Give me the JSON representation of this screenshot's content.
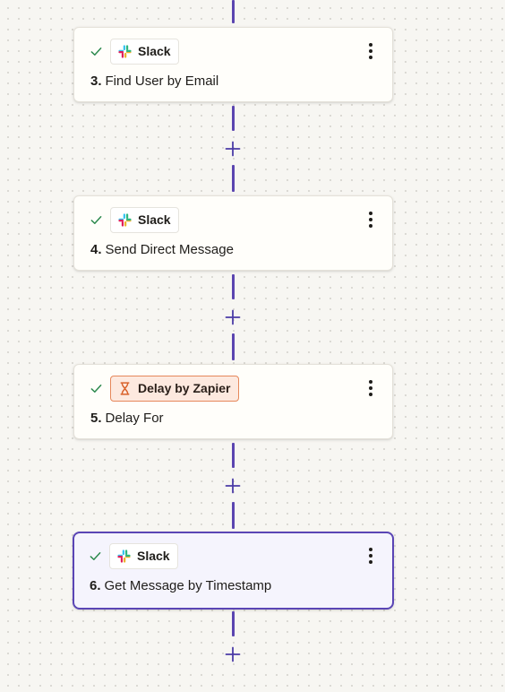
{
  "colors": {
    "connector": "#5b45b0",
    "check": "#2d8a4e",
    "selected_border": "#5a45b5",
    "delay_badge_bg": "#fde9df",
    "delay_badge_border": "#e6885b"
  },
  "steps": [
    {
      "app": "Slack",
      "app_icon": "slack-icon",
      "number": "3.",
      "title": "Find User by Email",
      "status": "check-icon"
    },
    {
      "app": "Slack",
      "app_icon": "slack-icon",
      "number": "4.",
      "title": "Send Direct Message",
      "status": "check-icon"
    },
    {
      "app": "Delay by Zapier",
      "app_icon": "hourglass-icon",
      "number": "5.",
      "title": "Delay For",
      "status": "check-icon"
    },
    {
      "app": "Slack",
      "app_icon": "slack-icon",
      "number": "6.",
      "title": "Get Message by Timestamp",
      "status": "check-icon",
      "selected": true
    }
  ]
}
